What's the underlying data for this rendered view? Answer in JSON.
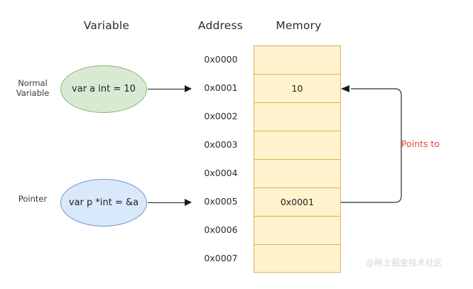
{
  "headers": {
    "variable": "Variable",
    "address": "Address",
    "memory": "Memory"
  },
  "rows": [
    {
      "label": "Normal\nVariable",
      "expression": "var a int = 10",
      "fill": "#d9ead3",
      "stroke": "#8cb573"
    },
    {
      "label": "Pointer",
      "expression": "var p *int = &a",
      "fill": "#dae8fc",
      "stroke": "#7394c4"
    }
  ],
  "memory": {
    "cell_fill": "#fff2cc",
    "cell_stroke": "#d6b656",
    "slots": [
      {
        "address": "0x0000",
        "value": ""
      },
      {
        "address": "0x0001",
        "value": "10"
      },
      {
        "address": "0x0002",
        "value": ""
      },
      {
        "address": "0x0003",
        "value": ""
      },
      {
        "address": "0x0004",
        "value": ""
      },
      {
        "address": "0x0005",
        "value": "0x0001"
      },
      {
        "address": "0x0006",
        "value": ""
      },
      {
        "address": "0x0007",
        "value": ""
      }
    ]
  },
  "annotation": {
    "points_to_label": "Points to",
    "points_to_color": "#e8413a",
    "connector_color": "#4d4d4d"
  },
  "watermark": "@稀土掘金技术社区"
}
